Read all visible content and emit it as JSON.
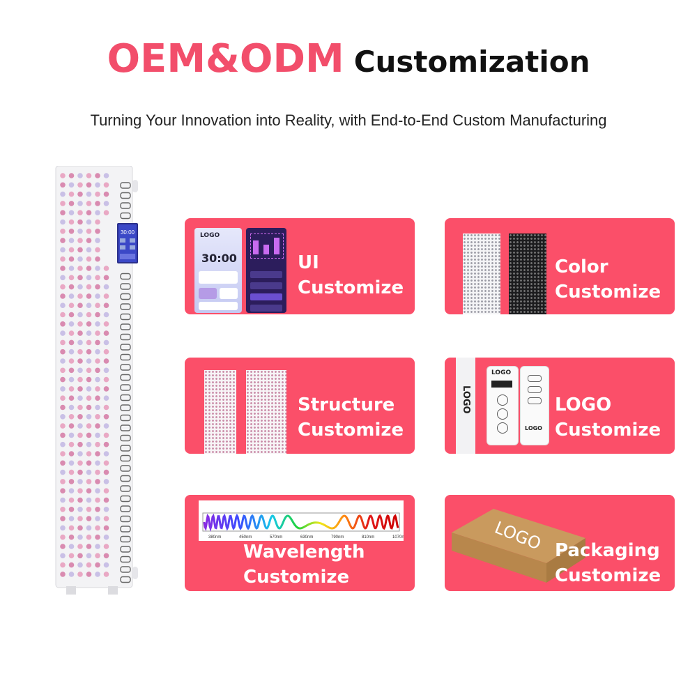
{
  "header": {
    "title_accent": "OEM&ODM",
    "title_rest": "Customization",
    "subtitle": "Turning Your Innovation into Reality, with End-to-End Custom Manufacturing"
  },
  "device": {
    "screen_time": "30:00"
  },
  "cards": [
    {
      "line1": "UI",
      "line2": "Customize",
      "thumb_logo": "LOGO",
      "thumb_time": "30:00"
    },
    {
      "line1": "Color",
      "line2": "Customize"
    },
    {
      "line1": "Structure",
      "line2": "Customize"
    },
    {
      "line1": "LOGO",
      "line2": "Customize",
      "thumb_logo": "LOGO"
    },
    {
      "line1": "Wavelength",
      "line2": "Customize",
      "spectrum_ticks": [
        "380nm",
        "450nm",
        "570nm",
        "630nm",
        "790nm",
        "810nm",
        "1070nm"
      ]
    },
    {
      "line1": "Packaging",
      "line2": "Customize",
      "thumb_logo": "LOGO"
    }
  ],
  "colors": {
    "accent": "#f24e6b",
    "card": "#fb4f69",
    "box": "#c99a5e"
  }
}
